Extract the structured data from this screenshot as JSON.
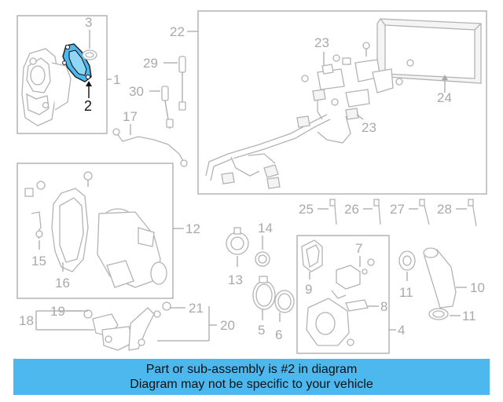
{
  "callouts": {
    "c1": "1",
    "c2": "2",
    "c3": "3",
    "c4": "4",
    "c5": "5",
    "c6": "6",
    "c7": "7",
    "c8": "8",
    "c9": "9",
    "c10": "10",
    "c11a": "11",
    "c11b": "11",
    "c12": "12",
    "c13": "13",
    "c14": "14",
    "c15": "15",
    "c16": "16",
    "c17": "17",
    "c18": "18",
    "c19": "19",
    "c20": "20",
    "c21": "21",
    "c22": "22",
    "c23a": "23",
    "c23b": "23",
    "c24": "24",
    "c25": "25",
    "c26": "26",
    "c27": "27",
    "c28": "28",
    "c29": "29",
    "c30": "30"
  },
  "highlight": {
    "part_number": "2",
    "color": "#4cb8ee"
  },
  "banner": {
    "line1": "Part or sub-assembly is #2 in diagram",
    "line2": "Diagram may not be specific to your vehicle",
    "background": "#4cb8ee"
  }
}
